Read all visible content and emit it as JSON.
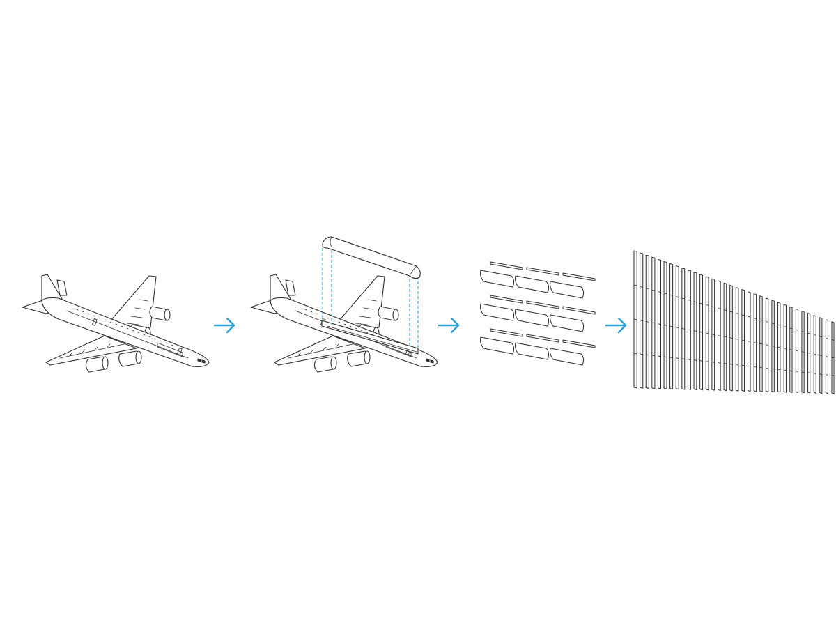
{
  "diagram": {
    "steps": [
      {
        "id": "aircraft"
      },
      {
        "id": "fuselage-section-extraction"
      },
      {
        "id": "fuselage-panels"
      },
      {
        "id": "panel-facade"
      }
    ],
    "arrow_color": "#2a9fd6",
    "line_color": "#2b2b2b",
    "background": "#ffffff",
    "panel_grid": {
      "rows": 3,
      "columns": 3
    },
    "facade_louver_count": 34
  }
}
